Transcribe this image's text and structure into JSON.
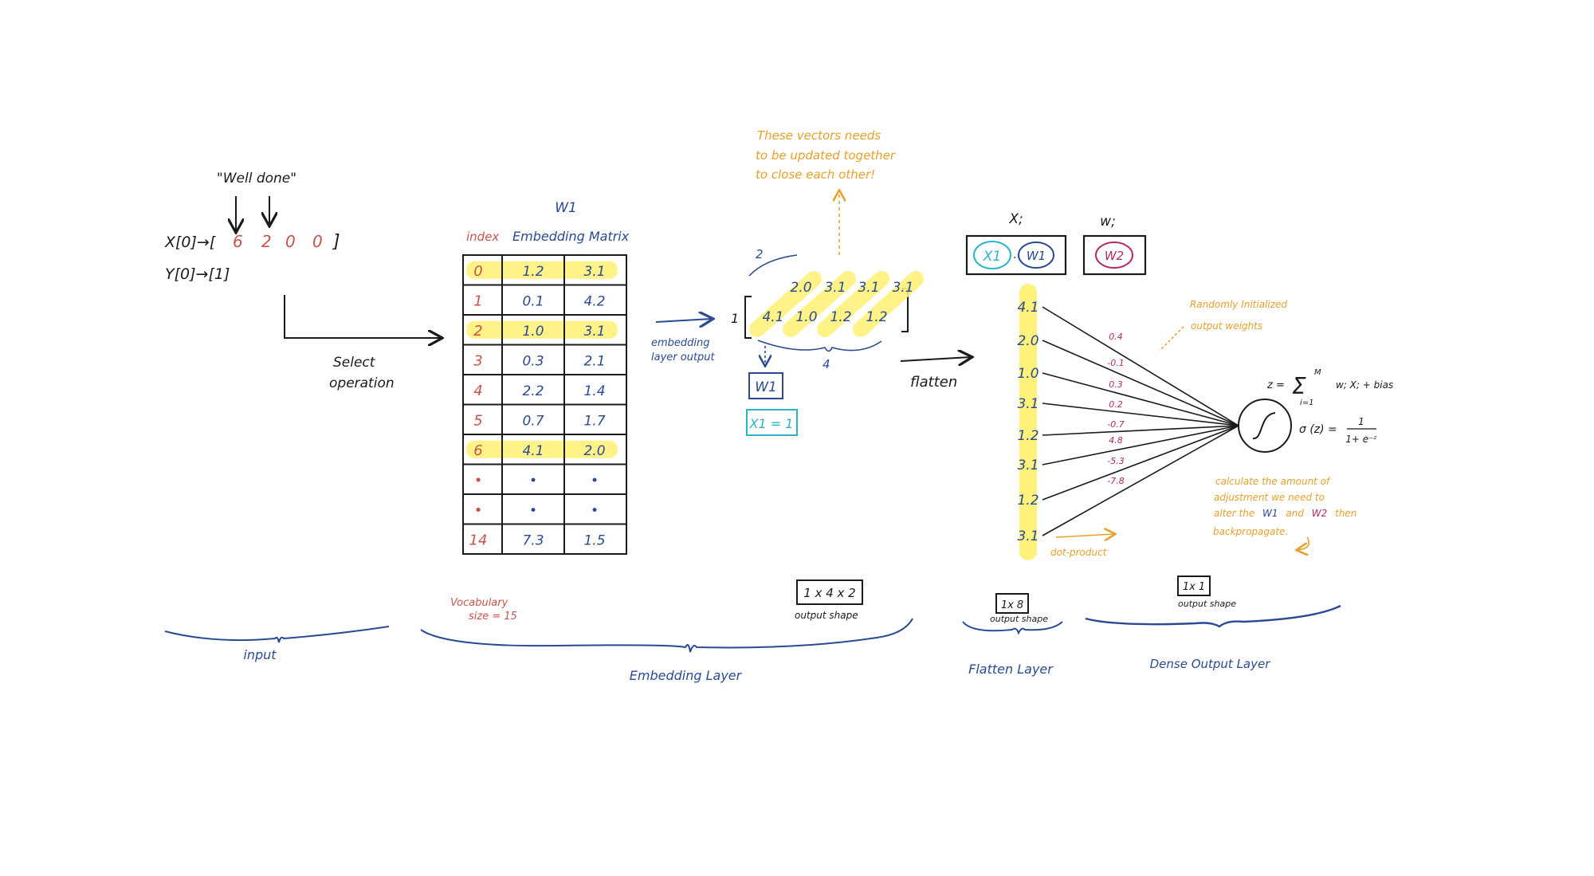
{
  "colors": {
    "ink": "#1a1a1a",
    "blue": "#2a4a94",
    "red": "#c9534c",
    "orange": "#e8a02a",
    "highlight": "#fff27a",
    "teal": "#2bb3c9",
    "magenta": "#b52a66"
  },
  "input": {
    "sentence": "\"Well done\"",
    "x_label": "X[0]→[",
    "x_values": [
      "6",
      "2",
      "0",
      "0"
    ],
    "x_close": "]",
    "y_label": "Y[0]→[1]",
    "operation_label_1": "Select",
    "operation_label_2": "operation",
    "section_label": "input"
  },
  "embedding": {
    "matrix_title": "W1",
    "index_header": "index",
    "matrix_header": "Embedding Matrix",
    "rows": [
      {
        "index": "0",
        "v1": "1.2",
        "v2": "3.1",
        "highlight": true
      },
      {
        "index": "1",
        "v1": "0.1",
        "v2": "4.2",
        "highlight": false
      },
      {
        "index": "2",
        "v1": "1.0",
        "v2": "3.1",
        "highlight": true
      },
      {
        "index": "3",
        "v1": "0.3",
        "v2": "2.1",
        "highlight": false
      },
      {
        "index": "4",
        "v1": "2.2",
        "v2": "1.4",
        "highlight": false
      },
      {
        "index": "5",
        "v1": "0.7",
        "v2": "1.7",
        "highlight": false
      },
      {
        "index": "6",
        "v1": "4.1",
        "v2": "2.0",
        "highlight": true
      },
      {
        "index": "•",
        "v1": "•",
        "v2": "•",
        "highlight": false
      },
      {
        "index": "•",
        "v1": "•",
        "v2": "•",
        "highlight": false
      },
      {
        "index": "14",
        "v1": "7.3",
        "v2": "1.5",
        "highlight": false
      }
    ],
    "vocab_1": "Vocabulary",
    "vocab_2": "size = 15",
    "output_label_1": "embedding",
    "output_label_2": "layer output",
    "note_1": "These vectors needs",
    "note_2": "to be updated together",
    "note_3": "to close each other!",
    "dim_2": "2",
    "dim_1": "1",
    "dim_4": "4",
    "back_row": [
      "2.0",
      "3.1",
      "3.1",
      "3.1"
    ],
    "front_row": [
      "4.1",
      "1.0",
      "1.2",
      "1.2"
    ],
    "w1_box": "W1",
    "x1_box": "X1 = 1",
    "shape": "1 x 4 x 2",
    "shape_label": "output shape",
    "section_label": "Embedding Layer"
  },
  "flatten": {
    "arrow_label": "flatten",
    "xi_label": "X;",
    "wi_label": "w;",
    "x1_circle": "X1",
    "w1_circle": "W1",
    "w2_circle": "W2",
    "values": [
      "4.1",
      "2.0",
      "1.0",
      "3.1",
      "1.2",
      "3.1",
      "1.2",
      "3.1"
    ],
    "shape": "1x 8",
    "shape_label": "output shape",
    "section_label": "Flatten  Layer",
    "dot_label": "dot-product"
  },
  "dense": {
    "weights": [
      "0.4",
      "-0.1",
      "0.3",
      "0.2",
      "-0.7",
      "4.8",
      "-5.3",
      "-7.8"
    ],
    "random_1": "Randomly  Initialized",
    "random_2": "output  weights",
    "formula_z": "z =",
    "formula_sum": "Σ",
    "formula_top": "M",
    "formula_bottom": "i=1",
    "formula_rest": "w; X; + bias",
    "sigma_lhs": "σ (z) =",
    "sigma_num": "1",
    "sigma_den": "1+ e⁻ᶻ",
    "calc_1": "calculate  the  amount  of",
    "calc_2": "adjustment  we  need  to",
    "calc_3a": "alter  the",
    "calc_3b": "W1",
    "calc_3c": "and",
    "calc_3d": "W2",
    "calc_3e": "then",
    "calc_4": "backpropagate.",
    "shape": "1x 1",
    "shape_label": "output shape",
    "section_label": "Dense   Output  Layer"
  }
}
